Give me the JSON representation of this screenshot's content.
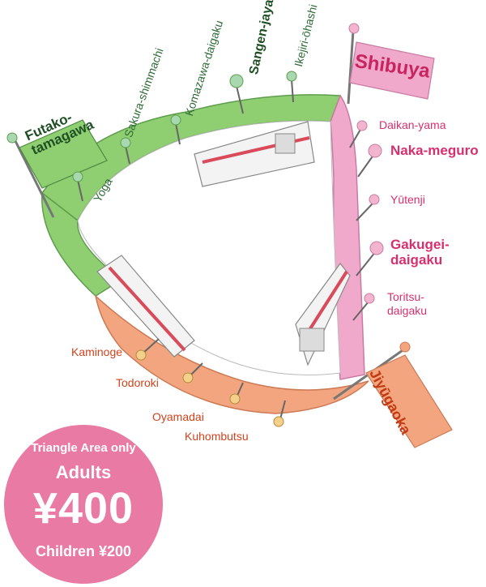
{
  "terminals": {
    "futako": {
      "line1": "Futako-",
      "line2": "tamagawa"
    },
    "shibuya": "Shibuya",
    "jiyugaoka": "Jiyūgaoka"
  },
  "den_en_toshi_line": {
    "color": "#8fcf72",
    "stations": [
      "Yoga",
      "Sakura-shimmachi",
      "Komazawa-daigaku",
      "Sangen-jaya",
      "Ikejiri-ōhashi"
    ]
  },
  "toyoko_line": {
    "color": "#f0a8cb",
    "stations": [
      "Daikan-yama",
      "Naka-meguro",
      "Yūtenji",
      "Gakugei-daigaku",
      "Toritsu-daigaku"
    ],
    "gakugei": {
      "line1": "Gakugei-",
      "line2": "daigaku"
    },
    "toritsu": {
      "line1": "Toritsu-",
      "line2": "daigaku"
    }
  },
  "setagaya_line": {
    "color": "#f2a57e",
    "stations": [
      "Kaminoge",
      "Todoroki",
      "Oyamadai",
      "Kuhombutsu"
    ]
  },
  "fare_badge": {
    "title": "Triangle Area only",
    "adults_label": "Adults",
    "adults_price": "¥400",
    "children": "Children ¥200",
    "color": "#e97aa3"
  }
}
